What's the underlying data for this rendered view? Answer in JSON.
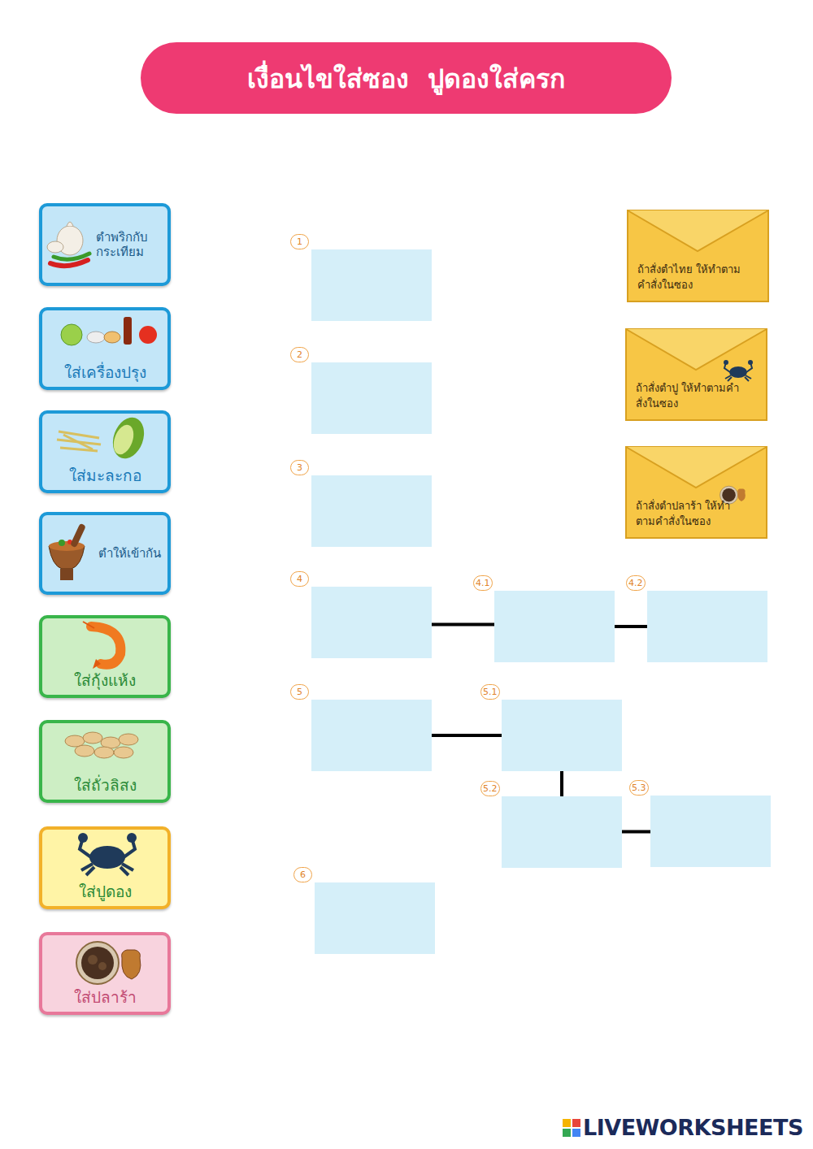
{
  "diagram": {
    "title": "เงื่อนไขใส่ซอง  ปูดองใส่ครก",
    "nodes": [
      {
        "text": [
          "ตำพริกกับ กระเทียม"
        ]
      },
      {
        "text": [
          "ใส่เครื่องปรุง"
        ]
      },
      {
        "text": [
          "ใส่มะละกอ"
        ]
      },
      {
        "text": [
          "ตำให้เข้ากัน"
        ]
      },
      {
        "text": [
          "ใส่กุ้งแห้ง"
        ]
      },
      {
        "text": [
          "ใส่ถั่วลิสง"
        ]
      },
      {
        "text": [
          "ใส่ปูดอง"
        ]
      },
      {
        "text": [
          "ใส่ปลาร้า"
        ]
      },
      {
        "text": [
          "ถ้าสั่งตำไทย ให้ทำตามคำสั่งในซอง"
        ]
      },
      {
        "text": [
          "ถ้าสั่งตำปู ให้ทำตามคำสั่งในซอง"
        ]
      },
      {
        "text": [
          "ถ้าสั่งตำปลาร้า ให้ทำตามคำสั่งในซอง"
        ]
      },
      {
        "text": [
          "1"
        ]
      },
      {
        "text": [
          "2"
        ]
      },
      {
        "text": [
          "3"
        ]
      },
      {
        "text": [
          "4"
        ]
      },
      {
        "text": [
          "4.1"
        ]
      },
      {
        "text": [
          "4.2"
        ]
      },
      {
        "text": [
          "5"
        ]
      },
      {
        "text": [
          "5.1"
        ]
      },
      {
        "text": [
          "5.2"
        ]
      },
      {
        "text": [
          "5.3"
        ]
      },
      {
        "text": [
          "6"
        ]
      }
    ],
    "edges": [
      {
        "from": 14,
        "to": 15,
        "arrow": "none"
      },
      {
        "from": 15,
        "to": 16,
        "arrow": "none"
      },
      {
        "from": 17,
        "to": 18,
        "arrow": "none"
      },
      {
        "from": 18,
        "to": 19,
        "arrow": "none"
      },
      {
        "from": 19,
        "to": 20,
        "arrow": "none"
      }
    ],
    "labels": [
      "LIVEWORKSHEETS"
    ]
  }
}
